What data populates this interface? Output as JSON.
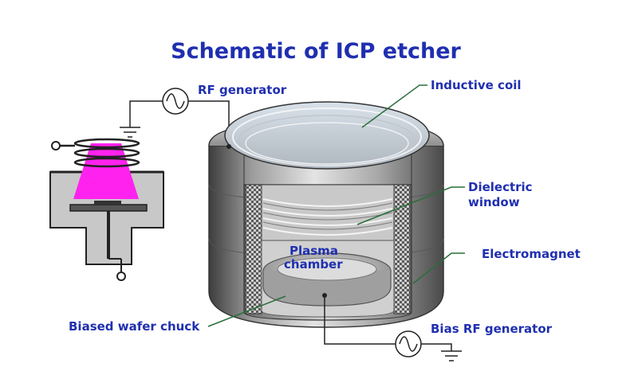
{
  "diagram": {
    "title": "Schematic of ICP etcher",
    "labels": {
      "rf_generator": "RF generator",
      "inductive_coil": "Inductive coil",
      "dielectric_window_1": "Dielectric",
      "dielectric_window_2": "window",
      "electromagnet": "Electromagnet",
      "plasma_chamber_1": "Plasma",
      "plasma_chamber_2": "chamber",
      "biased_wafer_chuck": "Biased wafer chuck",
      "bias_rf_generator": "Bias RF generator"
    },
    "colors": {
      "label_text": "#1f2fb0",
      "plasma": "#ff22ee",
      "leader_line": "#2a6e3a",
      "body_gray": "#9a9a9a",
      "schematic_fill": "#c8c8c8"
    },
    "icons": [
      "ac-source-icon",
      "ground-icon"
    ]
  }
}
